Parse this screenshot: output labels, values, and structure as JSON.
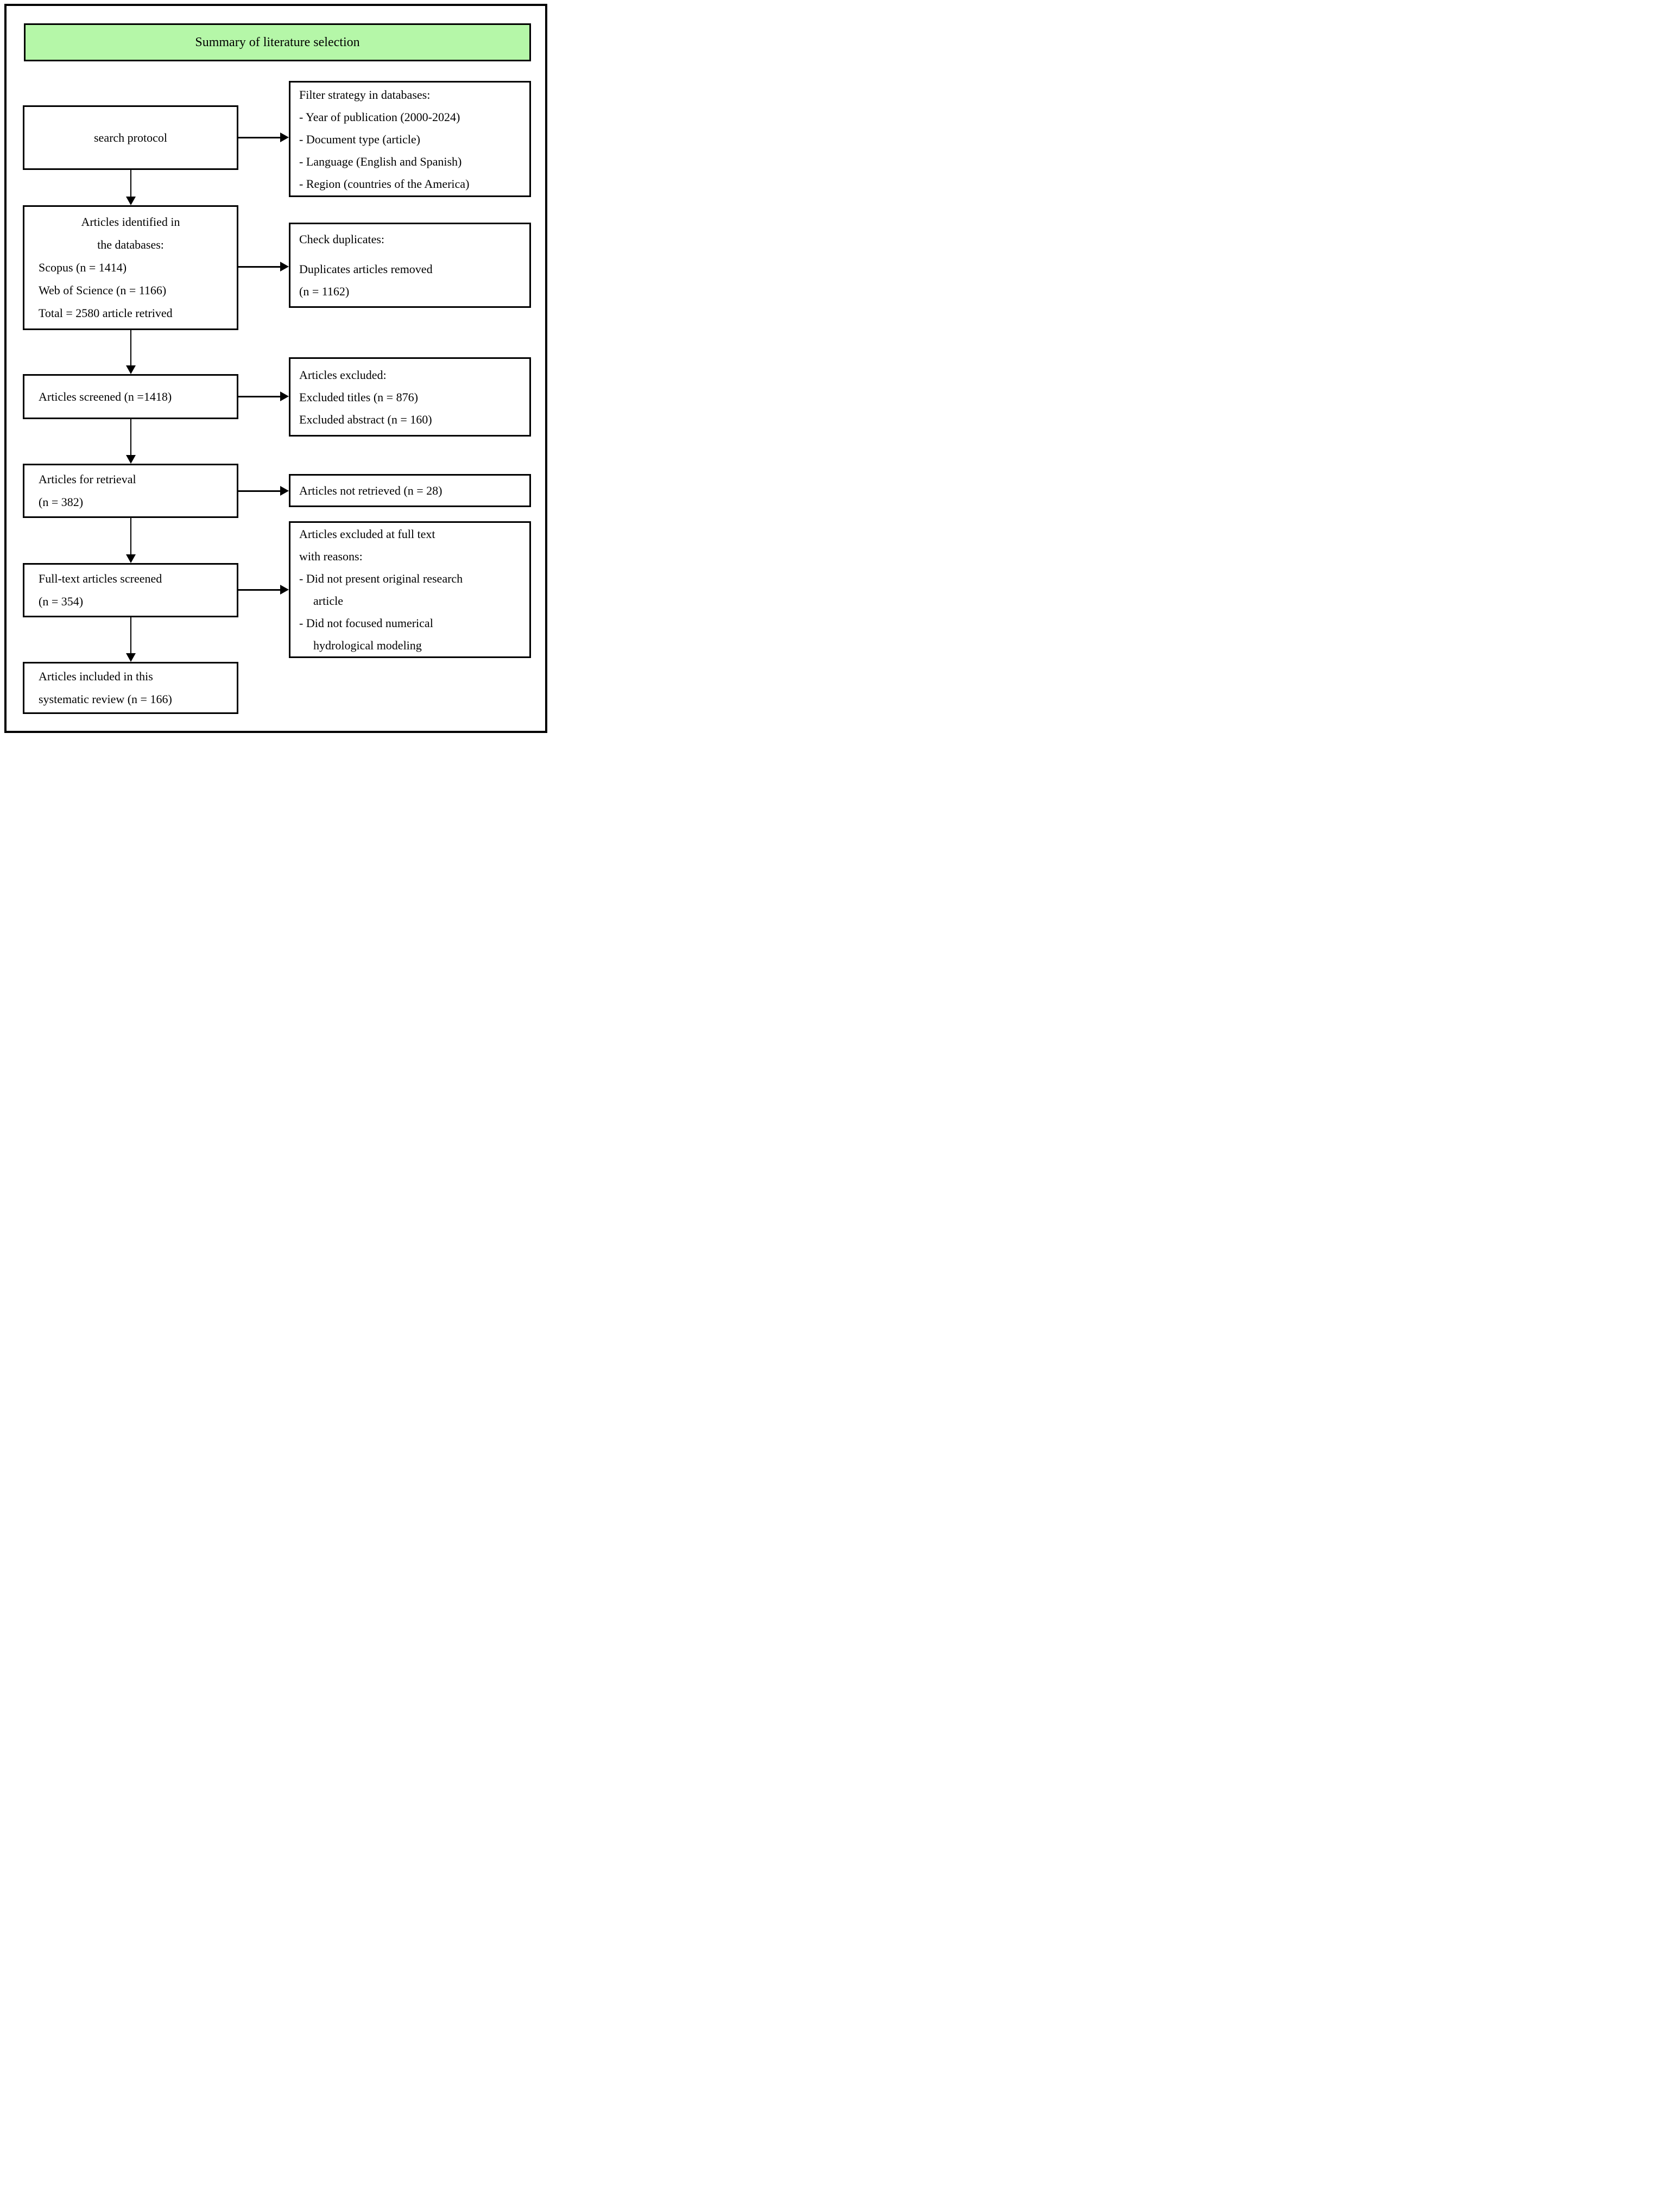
{
  "title_bar": {
    "label": "Summary of literature selection"
  },
  "colors": {
    "title_bg": "#b5f7a8",
    "border": "#000000",
    "box_bg": "#ffffff"
  },
  "flow": {
    "search_protocol": {
      "lines": [
        "search protocol"
      ]
    },
    "filter_strategy": {
      "lines": [
        "Filter strategy in databases:",
        "- Year of publication (2000-2024)",
        "- Document type (article)",
        "- Language (English and Spanish)",
        "- Region (countries of the America)"
      ]
    },
    "identified": {
      "heading": [
        "Articles identified in",
        "the databases:"
      ],
      "lines": [
        "Scopus (n = 1414)",
        "Web of Science (n = 1166)",
        "Total = 2580 article retrived"
      ]
    },
    "check_duplicates": {
      "lines": [
        "Check duplicates:",
        "Duplicates articles removed",
        "(n = 1162)"
      ]
    },
    "screened": {
      "lines": [
        "Articles screened (n =1418)"
      ]
    },
    "excluded_screening": {
      "lines": [
        "Articles excluded:",
        "Excluded titles (n = 876)",
        "Excluded abstract (n = 160)"
      ]
    },
    "retrieval": {
      "lines": [
        "Articles for retrieval",
        "(n = 382)"
      ]
    },
    "not_retrieved": {
      "lines": [
        "Articles not retrieved (n = 28)"
      ]
    },
    "fulltext_screened": {
      "lines": [
        "Full-text articles screened",
        "(n = 354)"
      ]
    },
    "excluded_fulltext": {
      "lines": [
        "Articles excluded at full text",
        "with reasons:",
        "- Did not present original research",
        "article",
        "- Did not focused numerical",
        "hydrological modeling"
      ]
    },
    "included": {
      "lines": [
        "Articles included in this",
        "systematic review (n = 166)"
      ]
    }
  }
}
